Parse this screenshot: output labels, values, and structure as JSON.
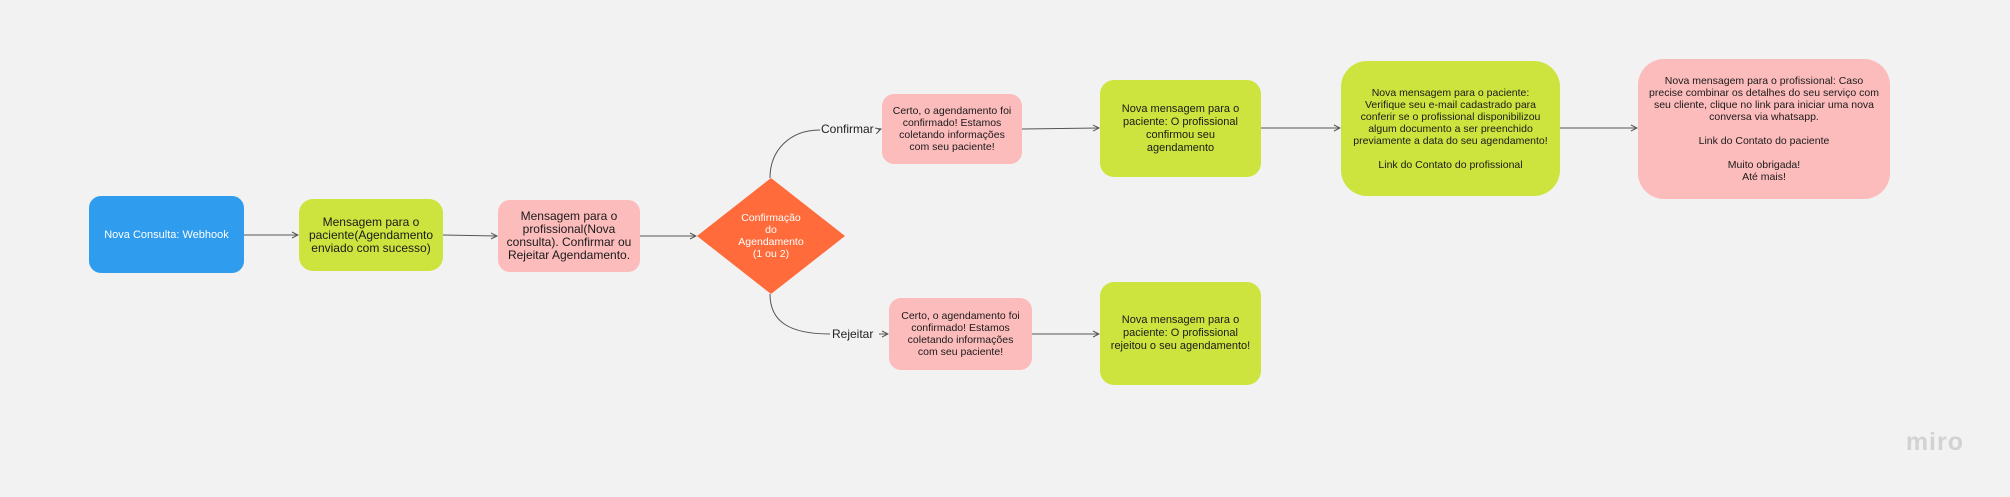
{
  "nodes": {
    "webhook": "Nova Consulta: Webhook",
    "msg_paciente_1": "Mensagem para o paciente(Agendamento enviado com sucesso)",
    "msg_profissional_1": "Mensagem para o profissional(Nova consulta).  Confirmar ou Rejeitar Agendamento.",
    "decision": "Confirmação\ndo\nAgendamento\n(1 ou 2)",
    "confirm_ack": "Certo, o agendamento foi confirmado! Estamos coletando informações com seu paciente!",
    "confirm_paciente": "Nova mensagem para o paciente: O profissional confirmou seu agendamento",
    "confirm_paciente_2": "Nova mensagem para o paciente: Verifique seu e-mail cadastrado para conferir se o profissional disponibilizou algum documento a ser preenchido previamente a data do seu agendamento!\n\nLink do Contato do profissional",
    "confirm_profissional": "Nova mensagem para o profissional: Caso precise combinar os detalhes do seu serviço com seu cliente, clique no link para iniciar uma nova conversa via whatsapp.\n\nLink do Contato do paciente\n\nMuito obrigada!\nAté mais!",
    "reject_ack": "Certo, o agendamento foi confirmado! Estamos coletando informações com seu paciente!",
    "reject_paciente": "Nova mensagem para o paciente: O profissional rejeitou o seu agendamento!"
  },
  "edges": {
    "confirm_label": "Confirmar",
    "reject_label": "Rejeitar"
  },
  "colors": {
    "blue": "#2f9ced",
    "green": "#cde43e",
    "pink": "#fdbcbc",
    "orange": "#ff6b3a",
    "background": "#f2f2f2"
  },
  "logo": "miro"
}
